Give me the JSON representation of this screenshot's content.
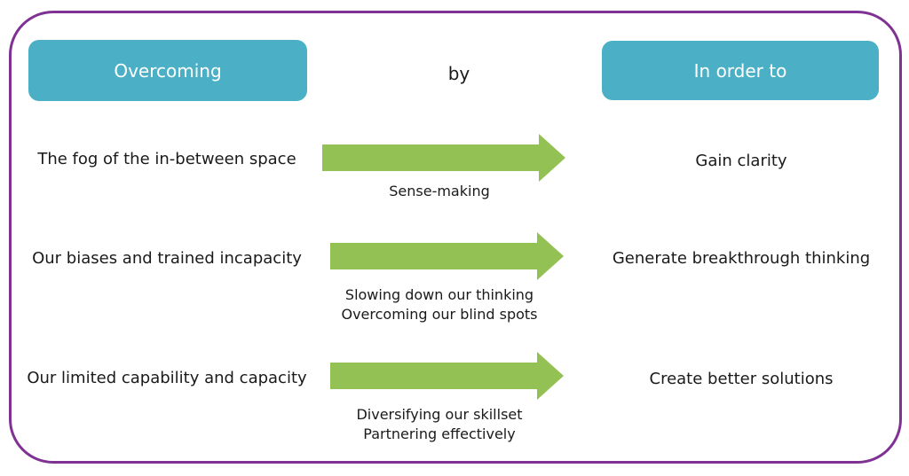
{
  "diagram": {
    "headers": {
      "left": "Overcoming",
      "middle": "by",
      "right": "In order to"
    },
    "rows": [
      {
        "obstacle": "The fog of the in-between space",
        "methods": [
          "Sense-making"
        ],
        "outcome": "Gain clarity"
      },
      {
        "obstacle": "Our biases and trained incapacity",
        "methods": [
          "Slowing down our thinking",
          "Overcoming our blind spots"
        ],
        "outcome": "Generate breakthrough thinking"
      },
      {
        "obstacle": "Our limited capability and capacity",
        "methods": [
          "Diversifying our skillset",
          "Partnering effectively"
        ],
        "outcome": "Create better solutions"
      }
    ],
    "colors": {
      "header_box": "#4BB0C5",
      "arrow": "#93C153",
      "border": "#7F3293",
      "text": "#1A1A1A"
    }
  }
}
